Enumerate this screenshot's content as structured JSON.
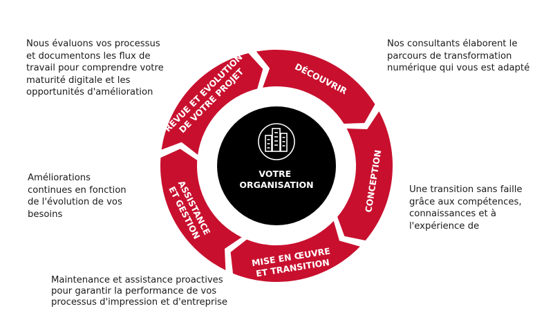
{
  "center": {
    "icon": "building-icon",
    "title_lines": [
      "VOTRE",
      "ORGANISATION"
    ]
  },
  "colors": {
    "segment": "#c8102e",
    "center": "#000000",
    "label": "#ffffff",
    "text": "#1a1a1a"
  },
  "segments": [
    {
      "id": "decouvrir",
      "label_lines": [
        "DÉCOUVRIR"
      ]
    },
    {
      "id": "conception",
      "label_lines": [
        "CONCEPTION"
      ]
    },
    {
      "id": "mise-en-oeuvre",
      "label_lines": [
        "MISE EN ŒUVRE",
        "ET TRANSITION"
      ]
    },
    {
      "id": "assistance",
      "label_lines": [
        "ASSISTANCE",
        "ET GESTION"
      ]
    },
    {
      "id": "revue",
      "label_lines": [
        "REVUE ET EVOLUTION",
        "DE VOTRE PROJET"
      ]
    }
  ],
  "descriptions": {
    "decouvrir": [
      "Nous évaluons vos processus",
      "et documentons les flux de",
      "travail pour comprendre votre",
      "maturité digitale et les",
      "opportunités d'amélioration"
    ],
    "conception": [
      "Nos consultants élaborent le",
      "parcours de transformation",
      "numérique qui vous est adapté"
    ],
    "mise_en_oeuvre": [
      "Une transition sans faille",
      "grâce aux compétences,",
      "connaissances et à",
      "l'expérience de"
    ],
    "assistance": [
      "Maintenance et assistance proactives",
      "pour garantir la performance de vos",
      "processus d'impression et d'entreprise"
    ],
    "revue": [
      "Améliorations",
      "continues en fonction",
      "de l'évolution de vos",
      "besoins"
    ]
  }
}
